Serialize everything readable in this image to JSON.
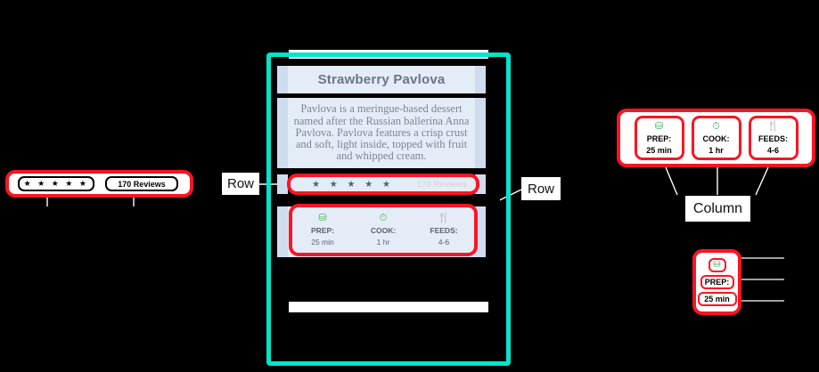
{
  "recipe": {
    "title": "Strawberry Pavlova",
    "description": "Pavlova is a meringue-based dessert named after the Russian ballerina Anna Pavlova. Pavlova features a crisp crust and soft, light inside, topped with fruit and whipped cream.",
    "rating": {
      "stars": "★ ★ ★ ★ ★",
      "star_count": 5,
      "reviews_label": "170 Reviews"
    },
    "meta": [
      {
        "icon": "refrigerator-icon",
        "glyph": "⛁",
        "label": "PREP:",
        "value": "25 min"
      },
      {
        "icon": "stopwatch-icon",
        "glyph": "⏱",
        "label": "COOK:",
        "value": "1 hr"
      },
      {
        "icon": "cutlery-icon",
        "glyph": "🍴",
        "label": "FEEDS:",
        "value": "4-6"
      }
    ]
  },
  "annotations": {
    "row_left_label": "Row",
    "row_right_label": "Row",
    "column_label": "Column"
  },
  "colors": {
    "highlight": "#fb1423",
    "frame": "#00e5cc",
    "content_block": "#e3ecf7",
    "gutter": "#cfdcf0",
    "icon_green": "#4caf50",
    "background": "#000000"
  }
}
